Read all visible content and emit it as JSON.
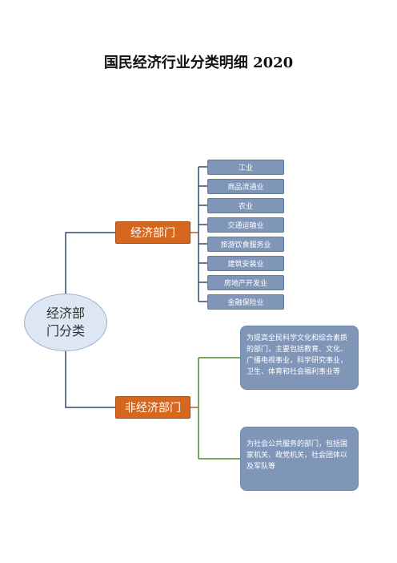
{
  "title": "国民经济行业分类明细 2020",
  "root": {
    "label": "经济部门分类"
  },
  "economic": {
    "label": "经济部门",
    "items": [
      "工业",
      "商品流通业",
      "农业",
      "交通运输业",
      "旅游饮食服务业",
      "建筑安装业",
      "房地产开发业",
      "金融保险业"
    ]
  },
  "non_economic": {
    "label": "非经济部门",
    "items": [
      "为提高全民科学文化和综合素质的部门，主要包括教育、文化、广播电视事业，科学研究事业，卫生、体育和社会福利事业等",
      "为社会公共服务的部门，包括国家机关、政党机关，社会团体以及军队等"
    ]
  },
  "colors": {
    "dept_fill": "#d5671f",
    "leaf_fill": "#7f96b9",
    "root_fill": "#dde7f3",
    "line_blue": "#2e4a70",
    "line_green": "#4f8a2e",
    "line_orange": "#c8581a"
  }
}
